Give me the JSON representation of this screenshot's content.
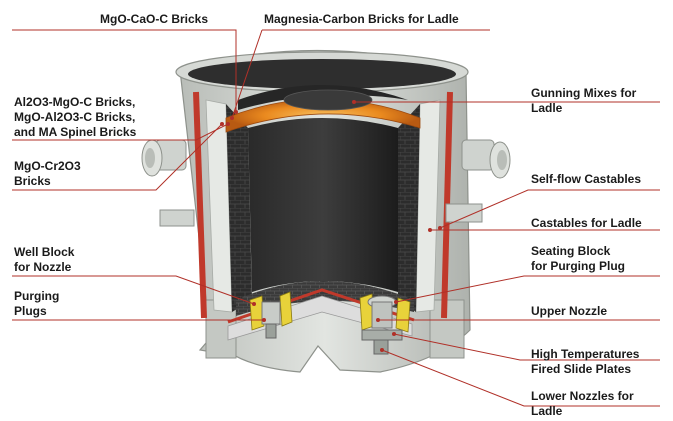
{
  "labels": {
    "mgo_cao_c": "MgO-CaO-C Bricks",
    "magnesia_carbon": "Magnesia-Carbon Bricks for Ladle",
    "al2o3_mgo_c": [
      "Al2O3-MgO-C Bricks,",
      "MgO-Al2O3-C Bricks,",
      "and MA Spinel Bricks"
    ],
    "mgo_cr2o3": [
      "MgO-Cr2O3",
      "Bricks"
    ],
    "well_block": [
      "Well Block",
      "for Nozzle"
    ],
    "purging_plugs": [
      "Purging",
      "Plugs"
    ],
    "gunning_mixes": [
      "Gunning Mixes for",
      "Ladle"
    ],
    "self_flow": "Self-flow Castables",
    "castables": "Castables for Ladle",
    "seating_block": [
      "Seating Block",
      "for Purging Plug"
    ],
    "upper_nozzle": "Upper Nozzle",
    "slide_plates": [
      "High Temperatures",
      "Fired Slide Plates"
    ],
    "lower_nozzles": [
      "Lower Nozzles for",
      "Ladle"
    ]
  },
  "colors": {
    "leader_line": "#b03028",
    "shell": "#cfd3cf",
    "red_lining": "#c0392b",
    "orange_slag": "#e8891e",
    "dark_interior": "#1e1e1e"
  }
}
